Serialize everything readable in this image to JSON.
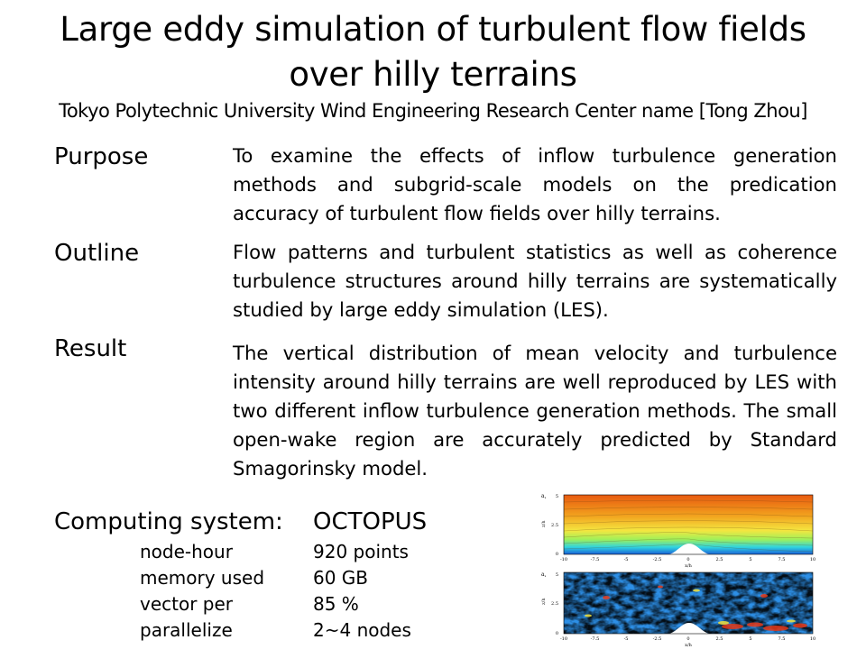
{
  "title": {
    "line1": "Large eddy simulation of turbulent flow fields",
    "line2": "over hilly terrains"
  },
  "subtitle": "Tokyo Polytechnic University Wind Engineering Research Center name [Tong Zhou]",
  "sections": [
    {
      "label": "Purpose",
      "text": "To examine the effects of inflow turbulence generation methods and subgrid-scale models on the predication accuracy of turbulent flow fields over hilly terrains."
    },
    {
      "label": "Outline",
      "text": "Flow patterns and turbulent statistics as well as coherence turbulence structures around hilly terrains are systematically studied by large eddy simulation (LES)."
    },
    {
      "label": "Result",
      "text": "The vertical distribution of mean velocity and turbulence intensity around hilly terrains are well reproduced by LES with two different inflow turbulence generation methods. The small open-wake region are accurately predicted by Standard Smagorinsky model."
    }
  ],
  "computing": {
    "label": "Computing system:",
    "name": "OCTOPUS",
    "rows": [
      {
        "key": "node-hour",
        "value": "920 points"
      },
      {
        "key": "memory used",
        "value": "60 GB"
      },
      {
        "key": "vector per",
        "value": "85 %"
      },
      {
        "key": "parallelize",
        "value": "2~4 nodes"
      }
    ]
  },
  "figure": {
    "panel_a_label": "a,",
    "panel_b_label": "a,",
    "y_axis_label": "z/h",
    "x_axis_label": "x/h",
    "x_ticks": [
      "-10",
      "-7.5",
      "-5",
      "-2.5",
      "0",
      "2.5",
      "5",
      "7.5",
      "10"
    ],
    "y_ticks": [
      "0",
      "2.5",
      "5"
    ]
  }
}
